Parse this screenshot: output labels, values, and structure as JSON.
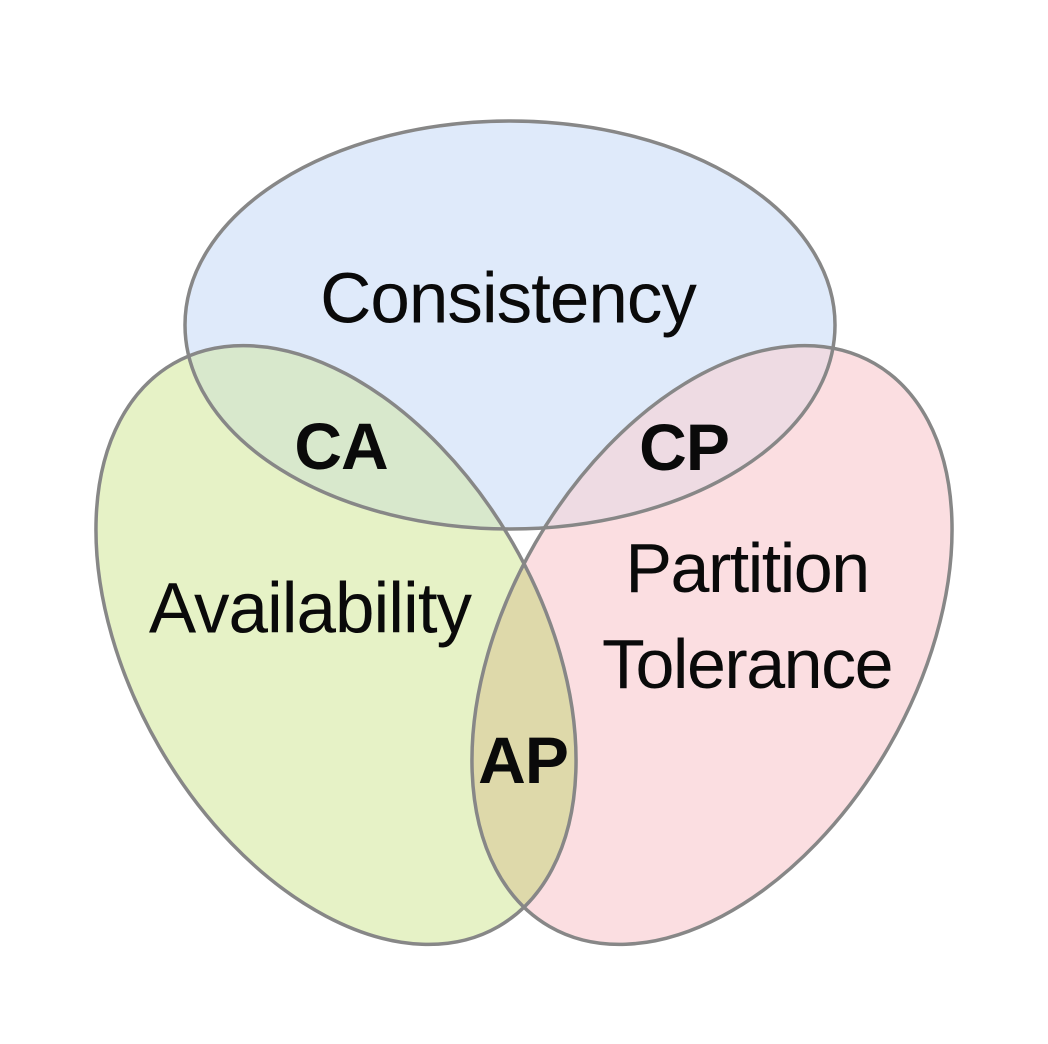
{
  "diagram": {
    "type": "venn",
    "subject": "CAP theorem",
    "background_color": "#ffffff",
    "stroke_color": "#878787",
    "text_color": "#0a0a0a",
    "sets": [
      {
        "id": "consistency",
        "label": "Consistency",
        "fill": "#dfeafa"
      },
      {
        "id": "availability",
        "label": "Availability",
        "fill": "#e6f2c6"
      },
      {
        "id": "partition-tolerance",
        "label": "Partition Tolerance",
        "lines": [
          "Partition",
          "Tolerance"
        ],
        "fill": "#fbdee1"
      }
    ],
    "intersections": [
      {
        "id": "ca",
        "label": "CA",
        "between": [
          "Consistency",
          "Availability"
        ],
        "fill": "#d8e8cc"
      },
      {
        "id": "cp",
        "label": "CP",
        "between": [
          "Consistency",
          "Partition Tolerance"
        ],
        "fill": "#eedbe3"
      },
      {
        "id": "ap",
        "label": "AP",
        "between": [
          "Availability",
          "Partition Tolerance"
        ],
        "fill": "#ded9aa"
      }
    ]
  }
}
